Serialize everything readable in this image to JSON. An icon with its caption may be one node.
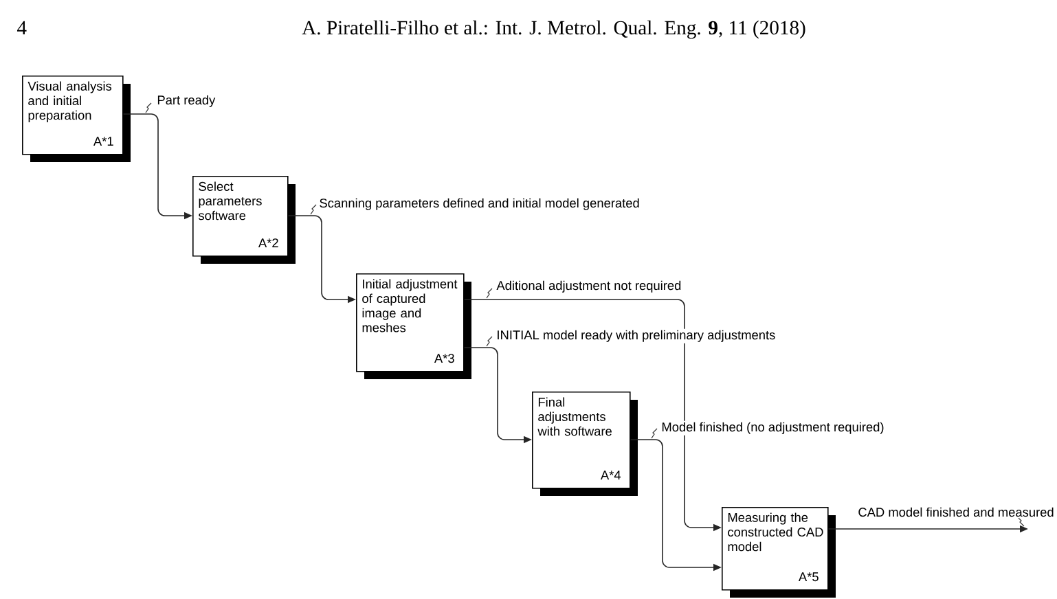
{
  "diagram": {
    "nodes": [
      {
        "text": [
          "Visual analysis and initial preparation",
          "A*1"
        ]
      },
      {
        "text": [
          "Select parameters software",
          "A*2"
        ]
      },
      {
        "text": [
          "Initial adjustment of captured image and meshes",
          "A*3"
        ]
      },
      {
        "text": [
          "Final adjustments with software",
          "A*4"
        ]
      },
      {
        "text": [
          "Measuring the constructed CAD model",
          "A*5"
        ]
      }
    ],
    "edges": [
      {
        "from": 0,
        "to": 1,
        "arrow": "to",
        "label": "Part ready"
      },
      {
        "from": 1,
        "to": 2,
        "arrow": "to",
        "label": "Scanning parameters defined and initial model generated"
      },
      {
        "from": 2,
        "to": 4,
        "arrow": "to",
        "label": "Aditional adjustment not required"
      },
      {
        "from": 2,
        "to": 3,
        "arrow": "to",
        "label": "INITIAL model ready with preliminary adjustments"
      },
      {
        "from": 3,
        "to": 4,
        "arrow": "to",
        "label": "Model finished (no adjustment required)"
      },
      {
        "from": 4,
        "to": null,
        "arrow": "to",
        "label": "CAD model finished and measured"
      }
    ],
    "labels": [
      "4",
      "A. Piratelli-Filho et al.: Int. J. Metrol. Qual. Eng. **9**, 11 (2018)"
    ]
  }
}
